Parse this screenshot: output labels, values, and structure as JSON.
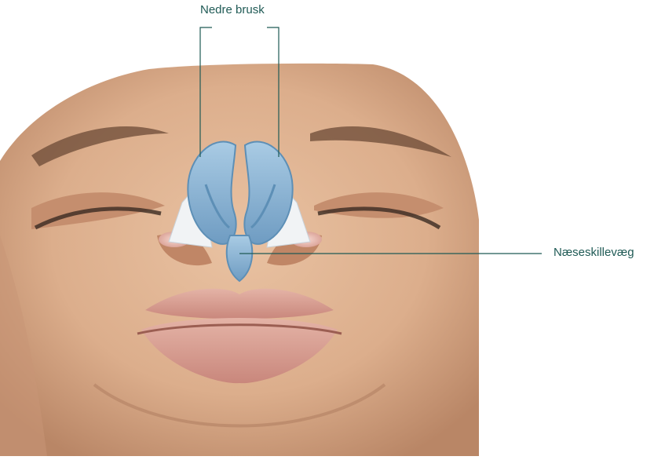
{
  "labels": {
    "top": "Nedre brusk",
    "right": "Næseskillevæg"
  },
  "colors": {
    "leader_line": "#1f5a55",
    "label_text": "#1f5a55",
    "skin": "#dcae8c",
    "skin_shadow": "#b78467",
    "cartilage": "#8fb7d6",
    "cartilage_dark": "#5d8fb6",
    "lips": "#d49a90",
    "brow": "#6b4a36"
  },
  "icons": {
    "face": "face-underside-illustration",
    "cartilage": "nasal-cartilage-illustration"
  }
}
